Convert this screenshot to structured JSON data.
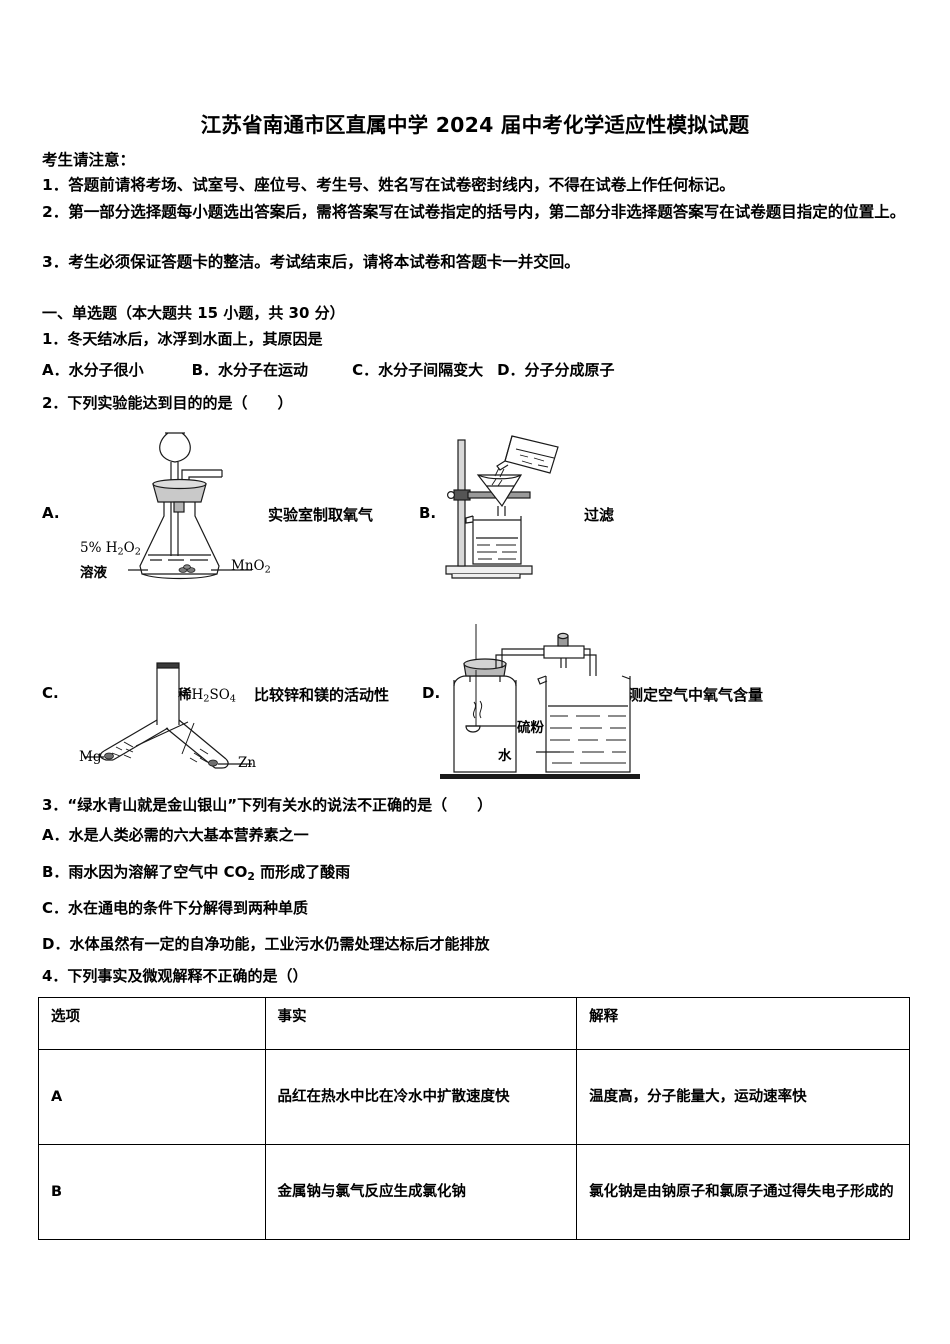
{
  "document": {
    "title": "江苏省南通市区直属中学 2024 届中考化学适应性模拟试题",
    "notice_heading": "考生请注意：",
    "notice_lines": [
      "1．答题前请将考场、试室号、座位号、考生号、姓名写在试卷密封线内，不得在试卷上作任何标记。",
      "2．第一部分选择题每小题选出答案后，需将答案写在试卷指定的括号内，第二部分非选择题答案写在试卷题目指定的位置上。",
      "3．考生必须保证答题卡的整洁。考试结束后，请将本试卷和答题卡一并交回。"
    ]
  },
  "section": {
    "heading": "一、单选题（本大题共 15 小题，共 30 分）"
  },
  "questions": {
    "q1": {
      "stem": "1．冬天结冰后，冰浮到水面上，其原因是",
      "options": [
        "A．水分子很小",
        "B．水分子在运动",
        "C．水分子间隔变大",
        "D．分子分成原子"
      ]
    },
    "q2": {
      "stem": "2．下列实验能达到目的的是（　　）",
      "choices": [
        {
          "letter": "A.",
          "caption": "实验室制取氧气"
        },
        {
          "letter": "B.",
          "caption": "过滤"
        },
        {
          "letter": "C.",
          "caption": "比较锌和镁的活动性"
        },
        {
          "letter": "D.",
          "caption": "测定空气中氧气含量"
        }
      ],
      "figure_labels": {
        "a_solution_top": "5% H2O2",
        "a_solution_bottom": "溶液",
        "a_catalyst": "MnO2",
        "c_acid": "稀H2SO4",
        "c_left_metal": "Mg",
        "c_right_metal": "Zn",
        "d_sulfur": "硫粉",
        "d_water": "水"
      }
    },
    "q3": {
      "stem": "3．“绿水青山就是金山银山”下列有关水的说法不正确的是（　　）",
      "options": [
        "A．水是人类必需的六大基本营养素之一",
        "B．雨水因为溶解了空气中 CO2 而形成了酸雨",
        "C．水在通电的条件下分解得到两种单质",
        "D．水体虽然有一定的自净功能，工业污水仍需处理达标后才能排放"
      ]
    },
    "q4": {
      "stem": "4．下列事实及微观解释不正确的是（）",
      "table": {
        "headers": [
          "选项",
          "事实",
          "解释"
        ],
        "rows": [
          {
            "option": "A",
            "fact": "品红在热水中比在冷水中扩散速度快",
            "explanation": "温度高，分子能量大，运动速率快"
          },
          {
            "option": "B",
            "fact": "金属钠与氯气反应生成氯化钠",
            "explanation": "氯化钠是由钠原子和氯原子通过得失电子形成的"
          }
        ]
      }
    }
  }
}
